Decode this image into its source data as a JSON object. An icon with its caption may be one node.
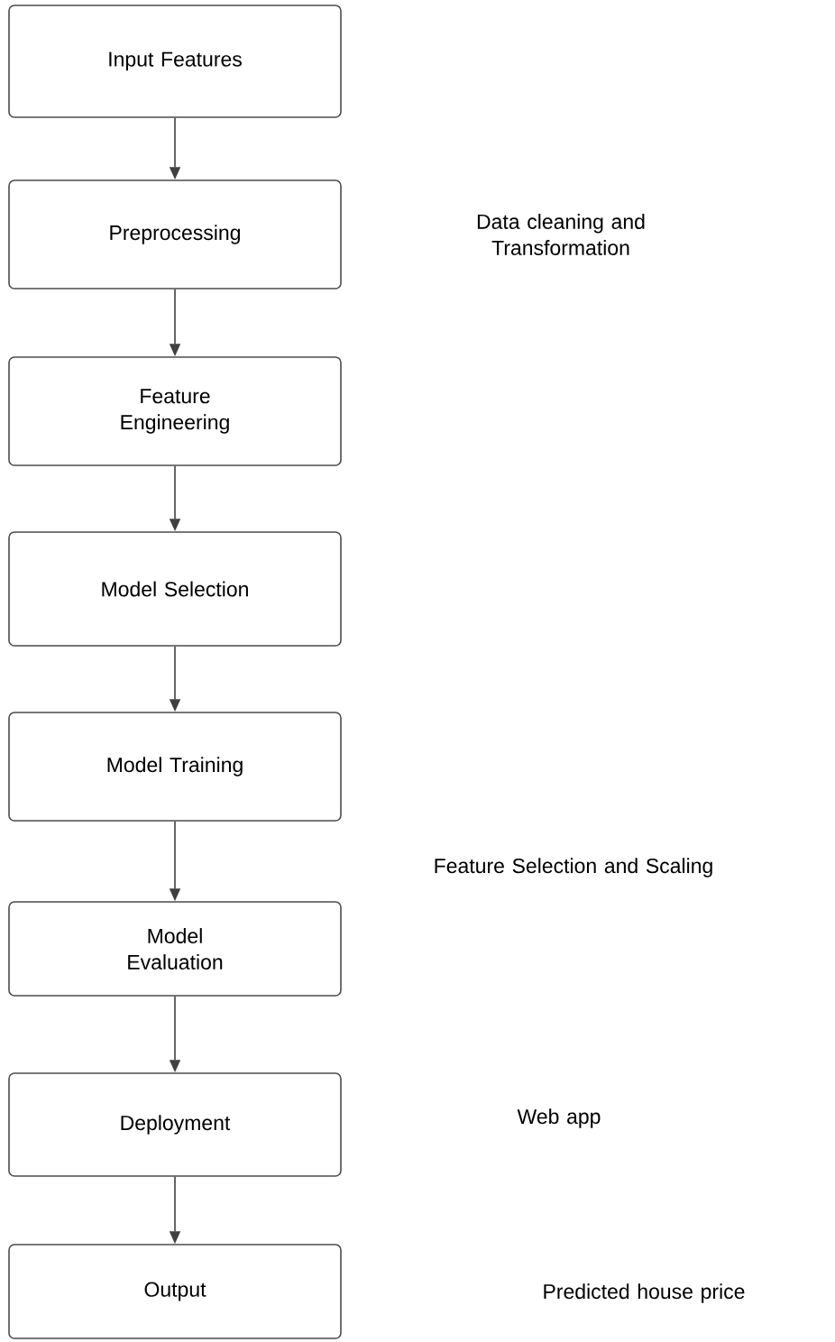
{
  "diagram": {
    "nodes": [
      {
        "text": [
          "Input Features"
        ]
      },
      {
        "text": [
          "Preprocessing"
        ]
      },
      {
        "text": [
          "Feature Engineering"
        ]
      },
      {
        "text": [
          "Model Selection"
        ]
      },
      {
        "text": [
          "Model Training"
        ]
      },
      {
        "text": [
          "Model Evaluation"
        ]
      },
      {
        "text": [
          "Deployment"
        ]
      },
      {
        "text": [
          "Output"
        ]
      }
    ],
    "edges": [
      {
        "from": 0,
        "to": 1,
        "arrow": "to"
      },
      {
        "from": 1,
        "to": 2,
        "arrow": "to"
      },
      {
        "from": 2,
        "to": 3,
        "arrow": "to"
      },
      {
        "from": 3,
        "to": 4,
        "arrow": "to"
      },
      {
        "from": 4,
        "to": 5,
        "arrow": "to"
      },
      {
        "from": 5,
        "to": 6,
        "arrow": "to"
      },
      {
        "from": 6,
        "to": 7,
        "arrow": "to"
      }
    ],
    "labels": [
      "Data cleaning and Transformation",
      "Feature Selection and Scaling",
      "Web app",
      "Predicted house price"
    ]
  }
}
